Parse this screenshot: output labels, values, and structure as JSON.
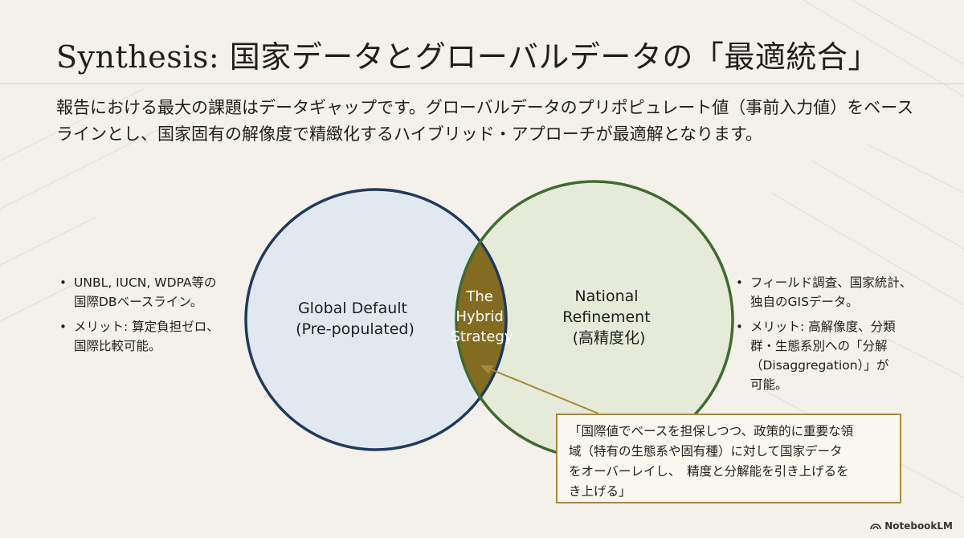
{
  "title": "Synthesis: 国家データとグローバルデータの「最適統合」",
  "intro_lines": [
    "報告における最大の課題はデータギャップです。グローバルデータのプリポピュレート値（事前入力値）をベース",
    "ラインとし、国家固有の解像度で精緻化するハイブリッド・アプローチが最適解となります。"
  ],
  "venn": {
    "left_circle": {
      "line1": "Global Default",
      "line2": "(Pre-populated)",
      "fill": "#e2e8ef",
      "stroke": "#1f3a5c"
    },
    "right_circle": {
      "line1": "National",
      "line2": "Refinement",
      "line3": "(高精度化)",
      "fill": "#e6ead8",
      "stroke": "#3f6b2f"
    },
    "overlap": {
      "line1": "The",
      "line2": "Hybrid",
      "line3": "Strategy",
      "fill": "#836c22"
    }
  },
  "left_bullets": [
    {
      "line1": "UNBL, IUCN, WDPA等の",
      "line2": "国際DBベースライン。"
    },
    {
      "line1": "メリット: 算定負担ゼロ、",
      "line2": "国際比較可能。"
    }
  ],
  "right_bullets": [
    {
      "line1": "フィールド調査、国家統計、",
      "line2": "独自のGISデータ。"
    },
    {
      "line1": "メリット: 高解像度、分類",
      "line2": "群・生態系別への「分解",
      "line3": "（Disaggregation）」が",
      "line4": "可能。"
    }
  ],
  "callout_lines": [
    "「国際値でベースを担保しつつ、政策的に重要な領",
    "域（特有の生態系や固有種）に対して国家データ",
    "をオーバーレイし、　精度と分解能を引き上げるを",
    "き上げる」"
  ],
  "brand": "NotebookLM",
  "colors": {
    "accent_gold": "#a8893c",
    "navy": "#1f3a5c",
    "green": "#3f6b2f"
  }
}
